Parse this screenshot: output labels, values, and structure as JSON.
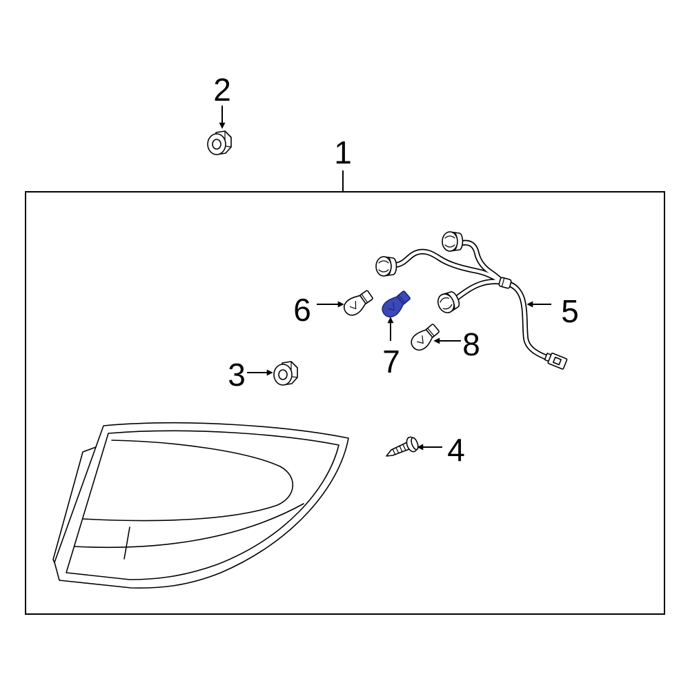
{
  "colors": {
    "background": "#ffffff",
    "line": "#000000",
    "highlight": "#3b48b8",
    "highlight_outline": "#1e2678"
  },
  "callouts": [
    {
      "label": "1",
      "icon": "lamp-assembly-icon"
    },
    {
      "label": "2",
      "icon": "flange-nut-icon"
    },
    {
      "label": "3",
      "icon": "flange-nut-icon"
    },
    {
      "label": "4",
      "icon": "screw-icon"
    },
    {
      "label": "5",
      "icon": "wiring-harness-icon"
    },
    {
      "label": "6",
      "icon": "bulb-icon"
    },
    {
      "label": "7",
      "icon": "bulb-icon",
      "highlighted": true
    },
    {
      "label": "8",
      "icon": "bulb-icon"
    }
  ]
}
